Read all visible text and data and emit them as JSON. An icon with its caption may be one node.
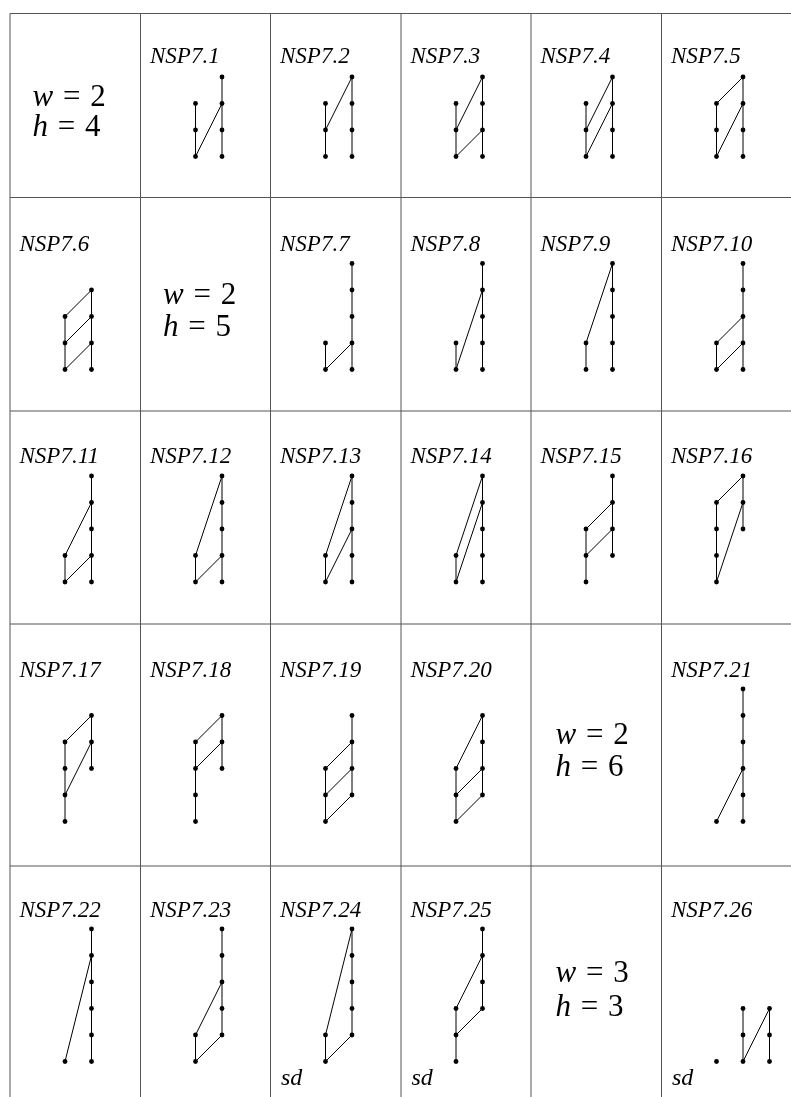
{
  "diagram": {
    "labels": [
      "*w* = 2",
      "*h* = 4",
      "NSP7.1",
      "NSP7.2",
      "NSP7.3",
      "NSP7.4",
      "NSP7.5",
      "NSP7.6",
      "*w* = 2",
      "*h* = 5",
      "NSP7.7",
      "NSP7.8",
      "NSP7.9",
      "NSP7.10",
      "NSP7.11",
      "NSP7.12",
      "NSP7.13",
      "NSP7.14",
      "NSP7.15",
      "NSP7.16",
      "NSP7.17",
      "NSP7.18",
      "NSP7.19",
      "NSP7.20",
      "*w* = 2",
      "*h* = 6",
      "NSP7.21",
      "NSP7.22",
      "NSP7.23",
      "NSP7.24",
      "sd",
      "NSP7.25",
      "sd",
      "*w* = 3",
      "*h* = 3",
      "NSP7.26",
      "sd"
    ]
  }
}
